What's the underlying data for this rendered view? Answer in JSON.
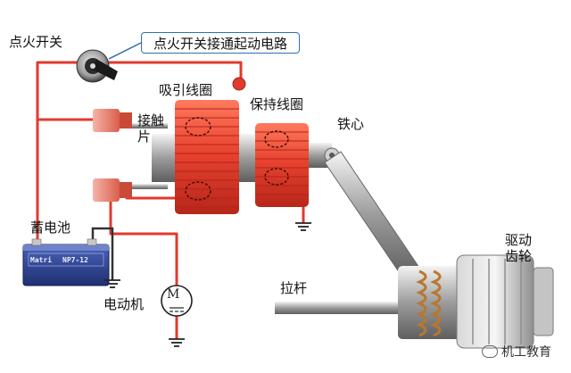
{
  "labels": {
    "ignition_switch": "点火开关",
    "callout": "点火开关接通起动电路",
    "pull_in_coil": "吸引线圈",
    "hold_in_coil": "保持线圈",
    "contact_plate": "接触片",
    "iron_core": "铁心",
    "battery": "蓄电池",
    "drive_gear": "驱动齿轮",
    "pull_rod": "拉杆",
    "motor": "电动机",
    "motor_symbol": "M"
  },
  "battery_text": {
    "brand": "Matri",
    "model": "NP7-12"
  },
  "watermark": "机工教育",
  "colors": {
    "wire": "#e03a2e",
    "coil": "#e8432f",
    "metal": "#9a9a9a",
    "callout_border": "#2f6fb3",
    "battery": "#2a3f8f"
  },
  "icons": [
    "ignition-key-icon",
    "ground-symbol-icon",
    "motor-symbol-icon",
    "watermark-icon"
  ]
}
